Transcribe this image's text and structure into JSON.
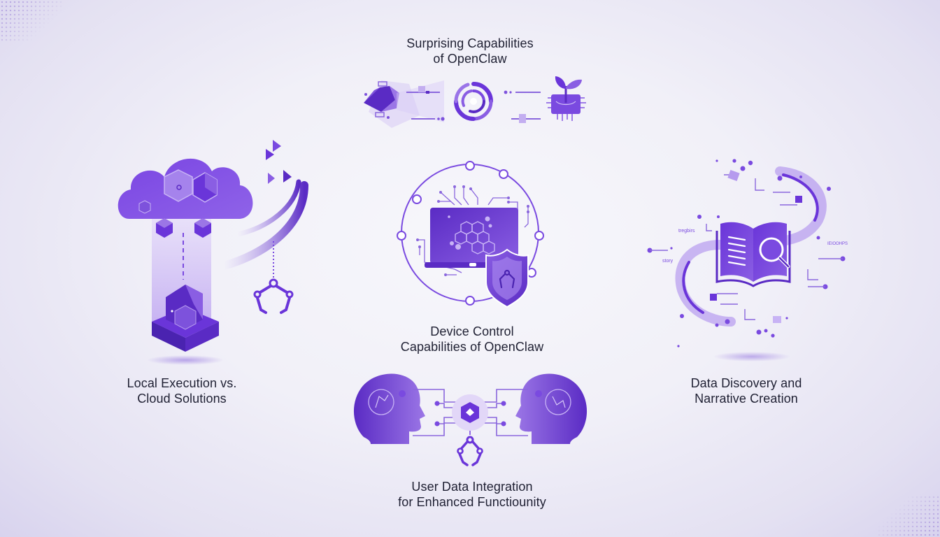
{
  "diagram": {
    "title": {
      "line1": "Surprising Capabilities",
      "line2": "of OpenClaw"
    },
    "nodes": [
      {
        "id": "local-vs-cloud",
        "line1": "Local Execution vs.",
        "line2": "Cloud Solutions",
        "icon": "cloud-to-local-server-icon"
      },
      {
        "id": "device-control",
        "line1": "Device Control",
        "line2": "Capabilities of OpenClaw",
        "icon": "laptop-shield-claw-icon"
      },
      {
        "id": "data-discovery",
        "line1": "Data Discovery and",
        "line2": "Narrative Creation",
        "icon": "book-magnifier-icon"
      },
      {
        "id": "user-data-integration",
        "line1": "User Data Integration",
        "line2": "for Enhanced Functiounity",
        "icon": "two-heads-hub-icon"
      }
    ],
    "header_icons": [
      "prism-icon",
      "swirl-icon",
      "chip-sprout-icon"
    ],
    "decor_words": [
      "tregbirs",
      "story",
      "IEIOOHPS"
    ],
    "colors": {
      "primary": "#6a35d9",
      "primary_dark": "#4a23b0",
      "primary_light": "#a07ee8",
      "pale": "#d6c8f5",
      "text": "#1f2033",
      "background": "#f1f0f8"
    }
  }
}
